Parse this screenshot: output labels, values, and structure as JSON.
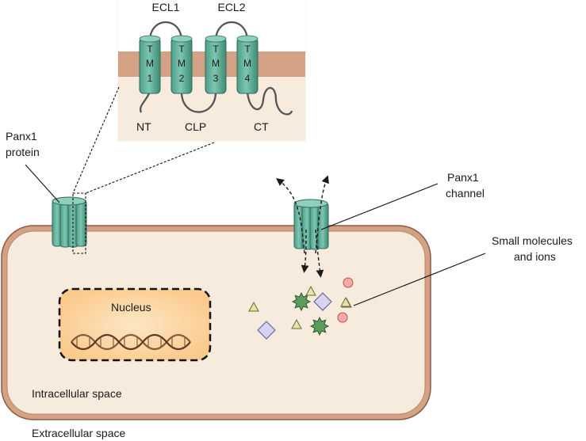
{
  "inset": {
    "loops": {
      "ecl1": "ECL1",
      "ecl2": "ECL2"
    },
    "helices": [
      {
        "id": "tm1",
        "letters": [
          "T",
          "M",
          "1"
        ]
      },
      {
        "id": "tm2",
        "letters": [
          "T",
          "M",
          "2"
        ]
      },
      {
        "id": "tm3",
        "letters": [
          "T",
          "M",
          "3"
        ]
      },
      {
        "id": "tm4",
        "letters": [
          "T",
          "M",
          "4"
        ]
      }
    ],
    "termini": {
      "nt": "NT",
      "clp": "CLP",
      "ct": "CT"
    }
  },
  "labels": {
    "panx1_protein": [
      "Panx1",
      "protein"
    ],
    "panx1_channel": [
      "Panx1",
      "channel"
    ],
    "small_molecules": [
      "Small molecules",
      "and ions"
    ],
    "nucleus": "Nucleus",
    "intracellular": "Intracellular space",
    "extracellular": "Extracellular space"
  },
  "colors": {
    "membrane": "#d3a183",
    "membrane_outline": "#8a5b45",
    "cytoplasm": "#f7ebdd",
    "channel": "#67b7a1",
    "channel_dark": "#2e6b5b",
    "nucleus_glow": "#fbc98a",
    "dna": "#8a5a3c",
    "ion_pink": "#f6a9a5",
    "molecule_lavender": "#d9d3f1",
    "star_green": "#5f9c5c",
    "triangle_yellow": "#e2e5a6"
  },
  "molecules": [
    {
      "kind": "triangle",
      "name": "small-molecule-triangle"
    },
    {
      "kind": "star",
      "name": "small-molecule-star"
    },
    {
      "kind": "circle",
      "name": "ion-circle"
    },
    {
      "kind": "diamond",
      "name": "small-molecule-diamond"
    },
    {
      "kind": "triangle",
      "name": "small-molecule-triangle"
    },
    {
      "kind": "circle",
      "name": "ion-circle"
    },
    {
      "kind": "triangle",
      "name": "small-molecule-triangle"
    },
    {
      "kind": "diamond",
      "name": "small-molecule-diamond"
    },
    {
      "kind": "triangle",
      "name": "small-molecule-triangle"
    },
    {
      "kind": "star",
      "name": "small-molecule-star"
    },
    {
      "kind": "circle",
      "name": "ion-circle"
    },
    {
      "kind": "triangle",
      "name": "small-molecule-triangle"
    }
  ]
}
